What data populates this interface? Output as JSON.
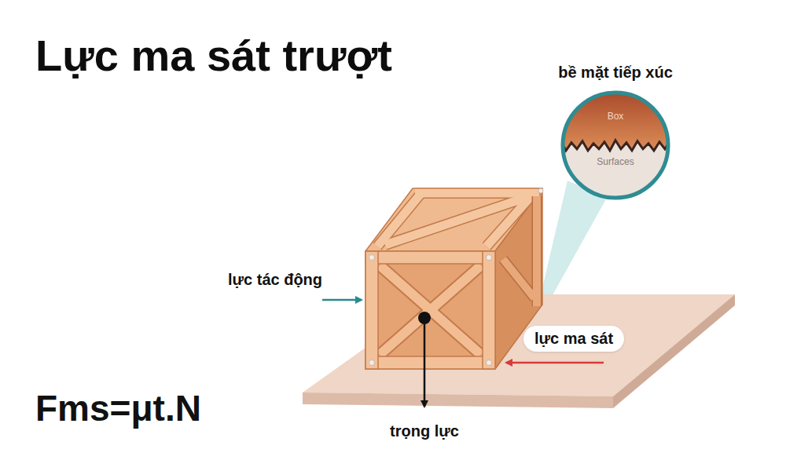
{
  "diagram": {
    "title": "Lực ma sát trượt",
    "nodes": [
      {
        "text": [
          "bề mặt tiếp xúc",
          "Box",
          "Surfaces"
        ]
      }
    ],
    "labels": [
      "lực tác động",
      "lực ma sát",
      "trọng lực",
      "Fms=μt.N"
    ]
  }
}
